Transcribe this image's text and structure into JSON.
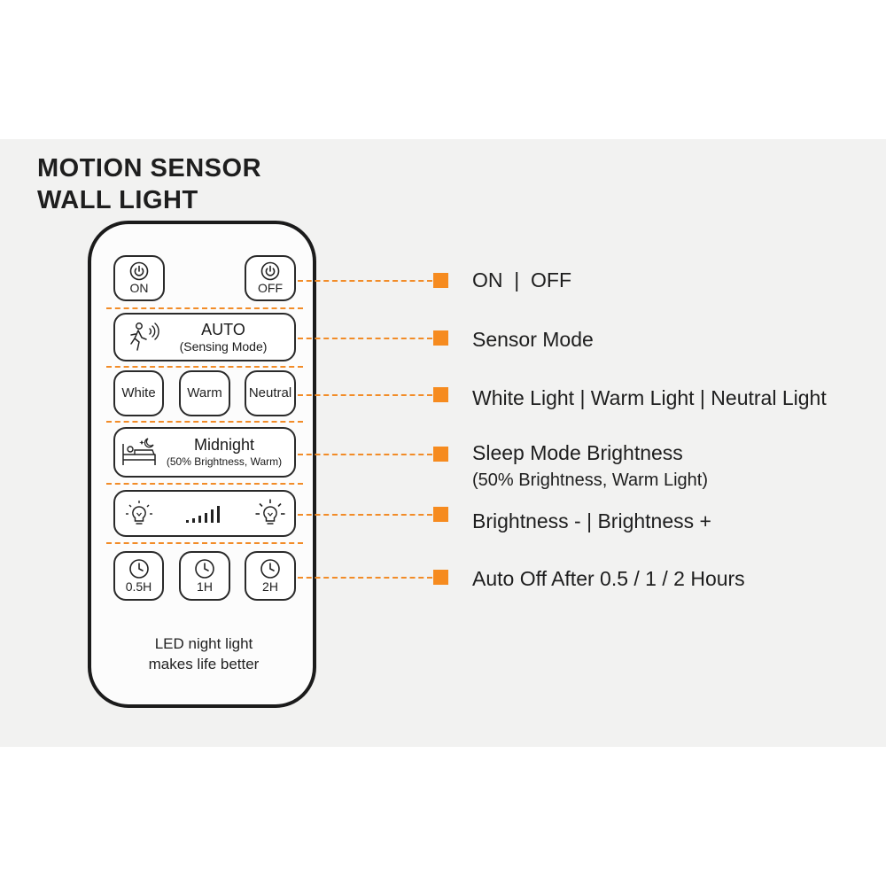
{
  "title": {
    "line1": "MOTION SENSOR",
    "line2": "WALL LIGHT"
  },
  "remote": {
    "on_label": "ON",
    "off_label": "OFF",
    "auto_title": "AUTO",
    "auto_sub": "(Sensing Mode)",
    "white_label": "White",
    "warm_label": "Warm",
    "neutral_label": "Neutral",
    "midnight_title": "Midnight",
    "midnight_sub": "(50% Brightness, Warm)",
    "timer_labels": [
      "0.5H",
      "1H",
      "2H"
    ],
    "tagline_line1": "LED night light",
    "tagline_line2": "makes life better"
  },
  "features": [
    {
      "text": "ON  |  OFF"
    },
    {
      "text": "Sensor Mode"
    },
    {
      "text": "White Light | Warm Light | Neutral Light"
    },
    {
      "text": "Sleep Mode Brightness",
      "sub": "(50% Brightness, Warm Light)"
    },
    {
      "text": "Brightness - | Brightness +"
    },
    {
      "text": "Auto Off After 0.5 / 1 / 2 Hours"
    }
  ],
  "colors": {
    "accent": "#f68b1f",
    "outline": "#1b1b1b",
    "panel": "#f2f2f1"
  },
  "icons": [
    "power-icon",
    "motion-sensor-icon",
    "sleep-bed-icon",
    "bulb-dim-icon",
    "signal-bars-icon",
    "bulb-bright-icon",
    "clock-icon"
  ]
}
